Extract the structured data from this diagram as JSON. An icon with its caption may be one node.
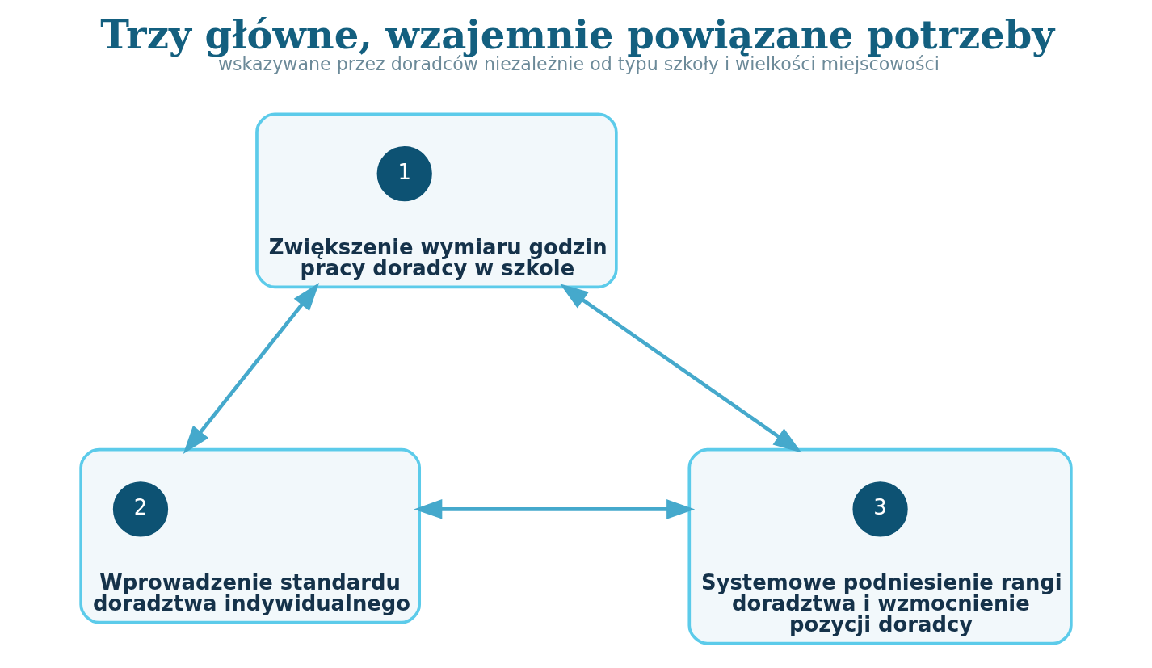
{
  "diagram": {
    "title": "Trzy główne, wzajemnie powiązane potrzeby",
    "caption": "wskazywane przez doradców niezależnie od typu szkoły i wielkości miejscowości",
    "nodes": [
      {
        "text": [
          "Zwiększenie wymiaru godzin pracy doradcy w szkole"
        ]
      },
      {
        "text": [
          "1"
        ],
        "in": 0
      },
      {
        "text": [
          "Wprowadzenie standardu doradztwa indywidualnego"
        ]
      },
      {
        "text": [
          "2"
        ],
        "in": 2
      },
      {
        "text": [
          "Systemowe podniesienie rangi doradztwa i wzmocnienie pozycji doradcy"
        ]
      },
      {
        "text": [
          "3"
        ],
        "in": 4
      }
    ],
    "edges": [
      {
        "from": 0,
        "to": 2,
        "arrow": "both"
      },
      {
        "from": 0,
        "to": 4,
        "arrow": "both"
      },
      {
        "from": 2,
        "to": 4,
        "arrow": "both"
      }
    ]
  }
}
